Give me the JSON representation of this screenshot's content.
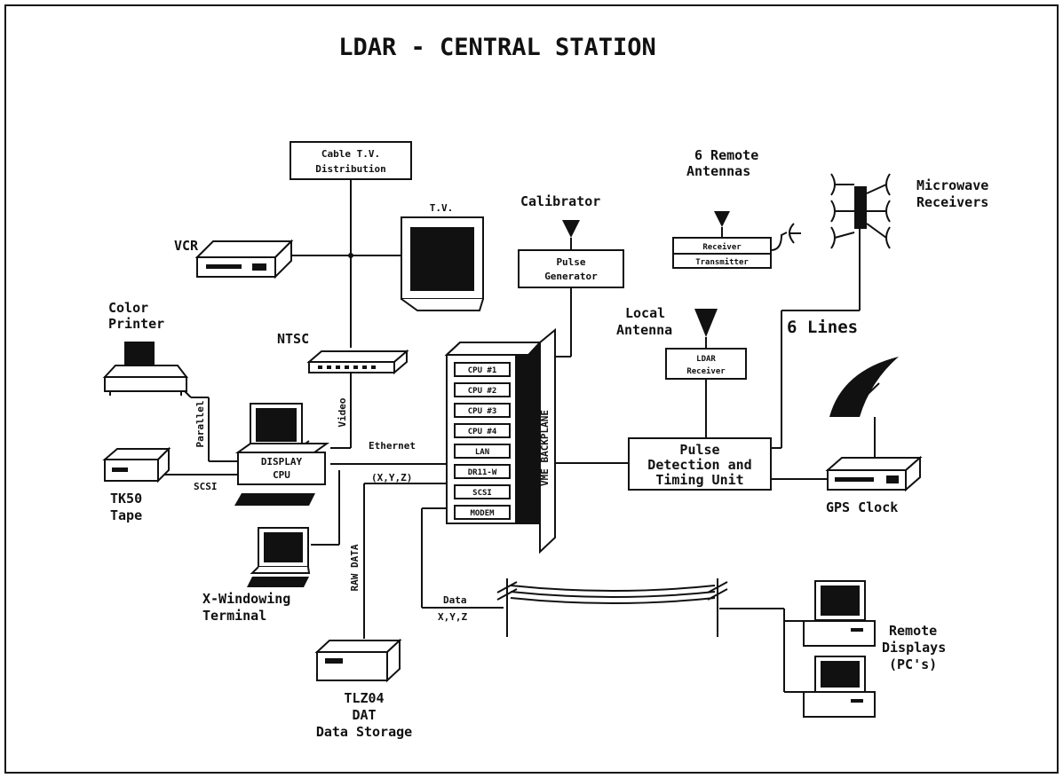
{
  "title": "LDAR - CENTRAL STATION",
  "nodes": {
    "cable_tv": [
      "Cable T.V.",
      "Distribution"
    ],
    "tv": "T.V.",
    "vcr": "VCR",
    "ntsc": "NTSC",
    "color_printer": [
      "Color",
      "Printer"
    ],
    "display_cpu": [
      "DISPLAY",
      "CPU"
    ],
    "tk50": [
      "TK50",
      "Tape"
    ],
    "x_terminal": [
      "X-Windowing",
      "Terminal"
    ],
    "tlz04": [
      "TLZ04",
      "DAT",
      "Data Storage"
    ],
    "calibrator": "Calibrator",
    "pulse_generator": [
      "Pulse",
      "Generator"
    ],
    "remote_antennas": [
      "6 Remote",
      "Antennas"
    ],
    "receiver": "Receiver",
    "transmitter": "Transmitter",
    "microwave": [
      "Microwave",
      "Receivers"
    ],
    "local_antenna": [
      "Local",
      "Antenna"
    ],
    "ldar_receiver": [
      "LDAR",
      "Receiver"
    ],
    "pulse_detection": [
      "Pulse",
      "Detection and",
      "Timing Unit"
    ],
    "gps_clock": "GPS Clock",
    "remote_displays": [
      "Remote",
      "Displays",
      "(PC's)"
    ],
    "vme_backplane": "VME BACKPLANE",
    "rack_slots": [
      "CPU #1",
      "CPU #2",
      "CPU #3",
      "CPU #4",
      "LAN",
      "DR11-W",
      "SCSI",
      "MODEM"
    ]
  },
  "links": {
    "parallel": "Parallel",
    "scsi": "SCSI",
    "video": "Video",
    "ethernet": [
      "Ethernet",
      "(X,Y,Z)"
    ],
    "raw_data": "RAW DATA",
    "data": [
      "Data",
      "X,Y,Z"
    ],
    "six_lines": "6 Lines"
  }
}
